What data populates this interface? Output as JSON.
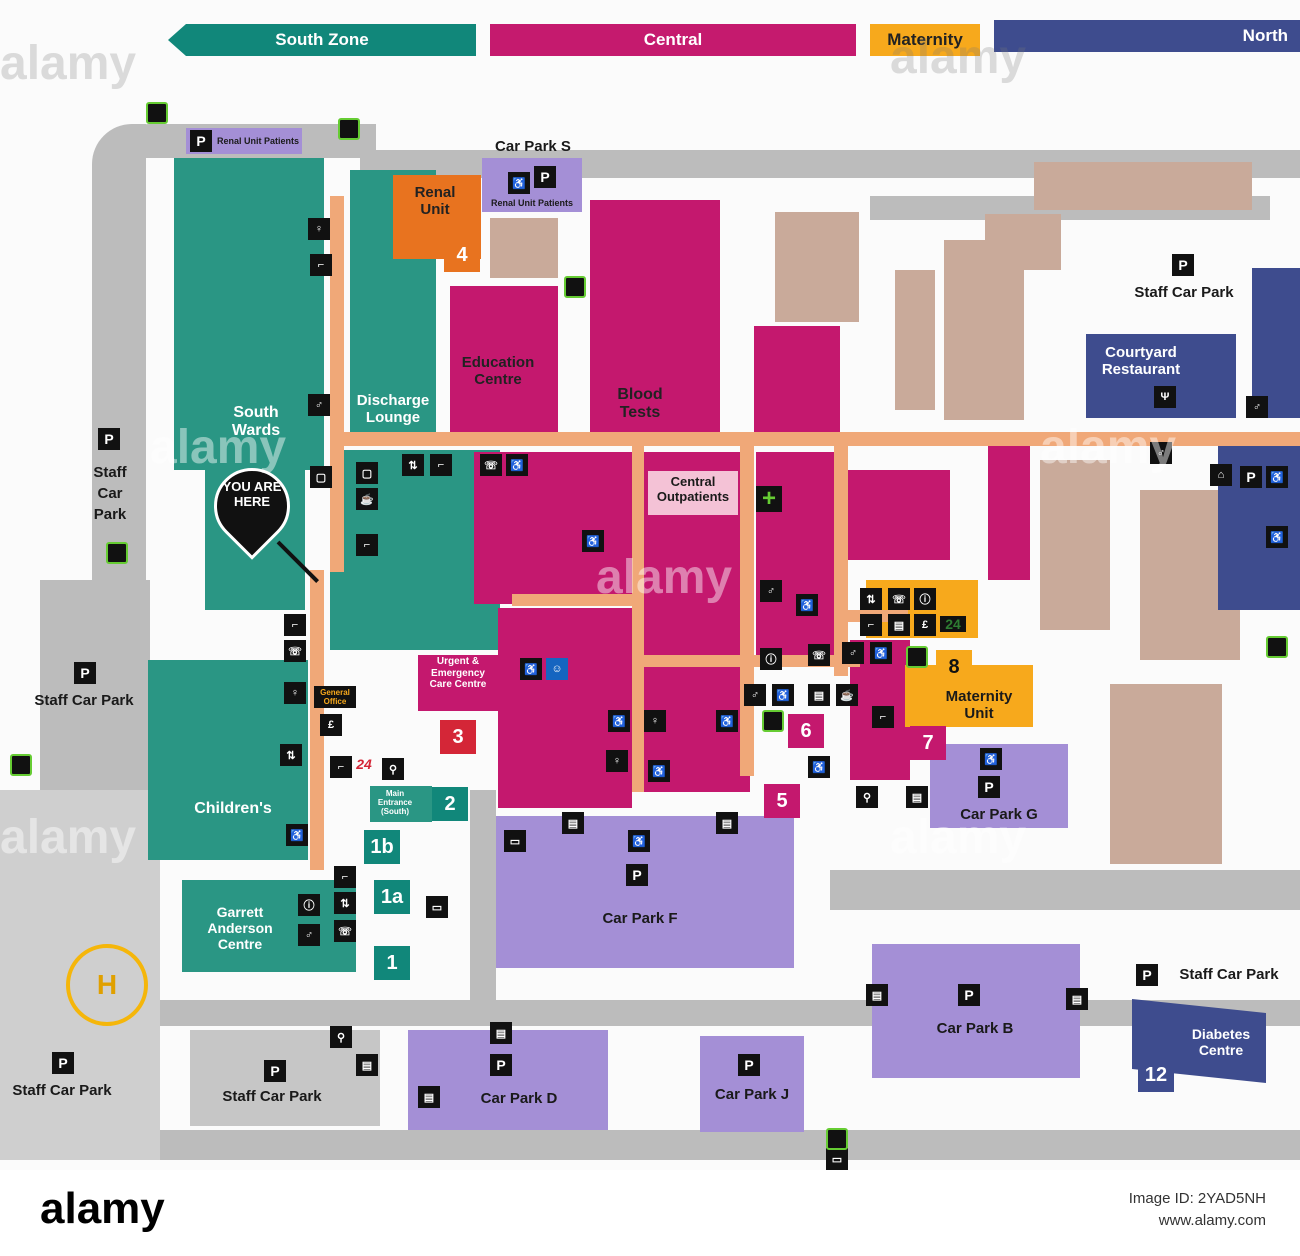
{
  "zones": [
    {
      "label": "South Zone",
      "color": "#11877a"
    },
    {
      "label": "Central",
      "color": "#c51a6e"
    },
    {
      "label": "Maternity",
      "color": "#f7a91c"
    },
    {
      "label": "North",
      "color": "#3e4c8e"
    }
  ],
  "areas": {
    "renal_unit": "Renal Unit",
    "renal_unit_patients_top": "Renal Unit Patients",
    "car_park_s": "Car Park S",
    "renal_unit_patients_s": "Renal Unit Patients",
    "education_centre": "Education Centre",
    "blood_tests": "Blood Tests",
    "south_wards": "South Wards",
    "discharge_lounge": "Discharge Lounge",
    "central_outpatients": "Central Outpatients",
    "you_are_here": "YOU ARE HERE",
    "general_office": "General Office",
    "urgent_care": "Urgent & Emergency Care Centre",
    "main_entrance": "Main Entrance (South)",
    "childrens": "Children's",
    "garrett_anderson": "Garrett Anderson Centre",
    "maternity_unit": "Maternity Unit",
    "car_park_g": "Car Park G",
    "car_park_f": "Car Park F",
    "car_park_b": "Car Park B",
    "car_park_d": "Car Park D",
    "car_park_j": "Car Park J",
    "courtyard_restaurant": "Courtyard Restaurant",
    "diabetes_centre": "Diabetes Centre",
    "staff_car_park_ne": "Staff Car Park",
    "staff_car_park_w1": "Staff Car Park",
    "staff_car_park_w2": "Staff Car Park",
    "staff_car_park_sw": "Staff Car Park",
    "staff_car_park_s": "Staff Car Park",
    "staff_car_park_se": "Staff Car Park",
    "helipad": "H",
    "open_24_a": "24",
    "open_24_b": "24"
  },
  "entrances": [
    "1",
    "1a",
    "1b",
    "2",
    "3",
    "4",
    "5",
    "6",
    "7",
    "8",
    "12"
  ],
  "parking_symbol": "P",
  "colors": {
    "south_zone": "#2a9684",
    "central": "#c4186e",
    "maternity": "#f7a91c",
    "north": "#3e4c8e",
    "car_park": "#a48fd6",
    "corridor": "#f0a878",
    "road": "#bcbcbc",
    "other_building": "#c9aa9a",
    "renal": "#e8731f"
  },
  "icons": [
    "no-smoking-icon",
    "parking-icon",
    "toilet-icon",
    "stairs-icon",
    "lift-icon",
    "wheelchair-icon",
    "phone-icon",
    "cafe-icon",
    "shop-icon",
    "atm-icon",
    "cycle-icon",
    "taxi-icon",
    "info-icon",
    "pharmacy-cross-icon",
    "chapel-icon",
    "restaurant-icon",
    "bus-icon",
    "motorbike-icon",
    "ticket-machine-icon",
    "baby-change-icon"
  ],
  "watermark": "alamy",
  "footer": {
    "brand": "alamy",
    "image_id": "Image ID: 2YAD5NH",
    "site": "www.alamy.com"
  }
}
